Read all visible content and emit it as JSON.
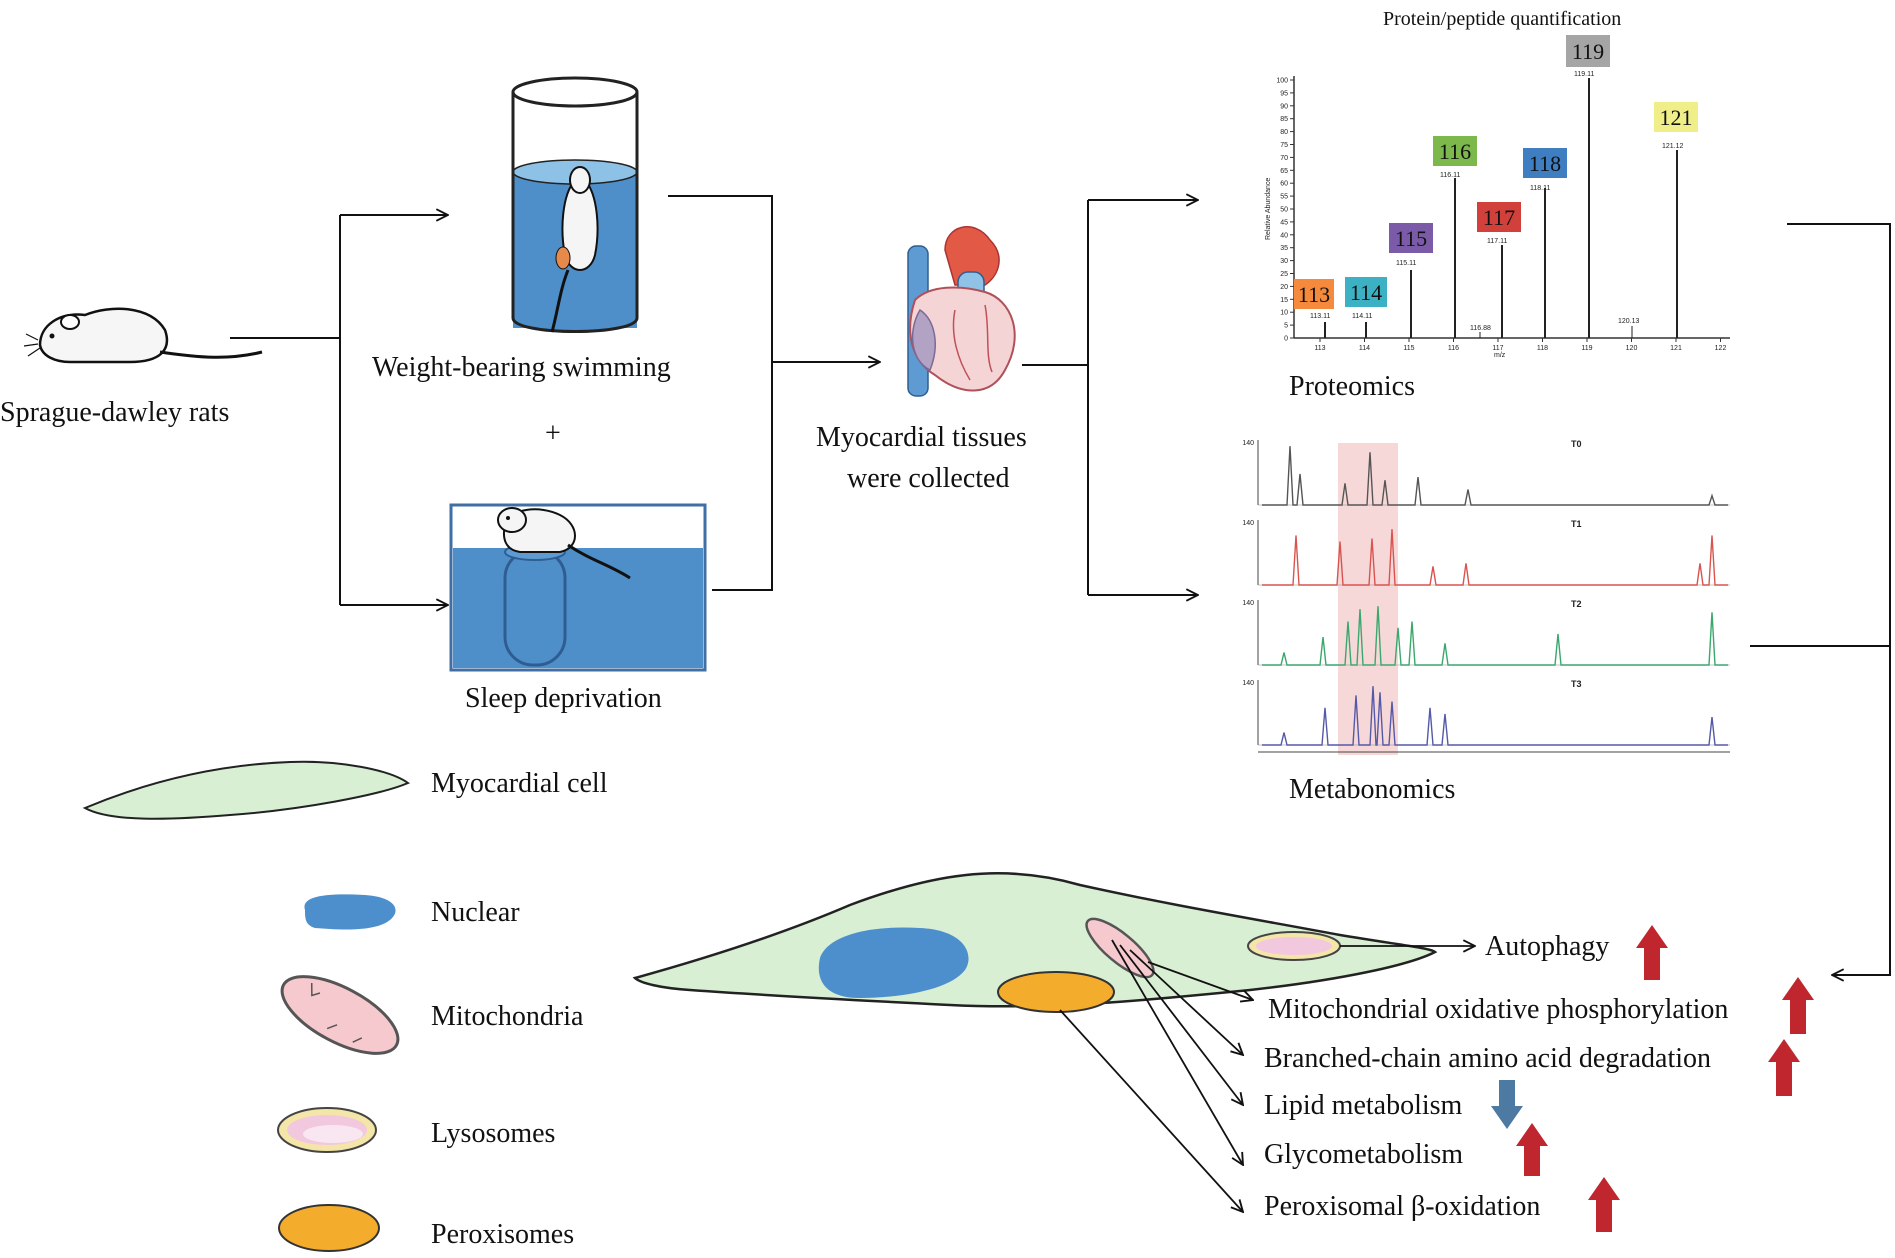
{
  "title": "Protein/peptide quantification",
  "labels": {
    "rats": "Sprague-dawley rats",
    "swimming": "Weight-bearing swimming",
    "plus": "+",
    "sleep": "Sleep deprivation",
    "tissues_line1": "Myocardial tissues",
    "tissues_line2": "were collected",
    "proteomics": "Proteomics",
    "metabonomics": "Metabonomics"
  },
  "ms_spectrum": {
    "peaks": [
      {
        "tag": "113",
        "value": "113.11",
        "color": "#f58a3c"
      },
      {
        "tag": "114",
        "value": "114.11",
        "color": "#3db1c4"
      },
      {
        "tag": "115",
        "value": "115.11",
        "color": "#7b5ba8"
      },
      {
        "tag": "116",
        "value": "116.11",
        "color": "#7db84c"
      },
      {
        "tag": "117",
        "value": "117.11",
        "color": "#d2403c"
      },
      {
        "tag": "118",
        "value": "118.11",
        "color": "#3f7fc1"
      },
      {
        "tag": "119",
        "value": "119.11",
        "color": "#a5a5a5"
      },
      {
        "tag": "121",
        "value": "121.12",
        "color": "#f0ee88"
      }
    ],
    "minor_values": [
      "116.88",
      "120.13"
    ],
    "y_ticks": [
      "100",
      "95",
      "90",
      "85",
      "80",
      "75",
      "70",
      "65",
      "60",
      "55",
      "50",
      "45",
      "40",
      "35",
      "30",
      "25",
      "20",
      "15",
      "10",
      "5",
      "0"
    ],
    "x_ticks": [
      "113",
      "114",
      "115",
      "116",
      "117",
      "118",
      "119",
      "120",
      "121",
      "122"
    ],
    "x_label": "m/z",
    "y_label": "Relative Abundance"
  },
  "chromatograms": {
    "y_max": "140",
    "traces": [
      {
        "name": "T0",
        "color": "#555555"
      },
      {
        "name": "T1",
        "color": "#d9534f"
      },
      {
        "name": "T2",
        "color": "#3aa76d"
      },
      {
        "name": "T3",
        "color": "#5559a8"
      }
    ]
  },
  "legend": [
    {
      "key": "myocardial-cell",
      "label": "Myocardial cell"
    },
    {
      "key": "nuclear",
      "label": "Nuclear"
    },
    {
      "key": "mitochondria",
      "label": "Mitochondria"
    },
    {
      "key": "lysosomes",
      "label": "Lysosomes"
    },
    {
      "key": "peroxisomes",
      "label": "Peroxisomes"
    }
  ],
  "outcomes": [
    {
      "label": "Autophagy",
      "trend": "up"
    },
    {
      "label": "Mitochondrial oxidative phosphorylation",
      "trend": "up"
    },
    {
      "label": "Branched-chain amino acid degradation",
      "trend": "up"
    },
    {
      "label": "Lipid metabolism",
      "trend": "down"
    },
    {
      "label": "Glycometabolism",
      "trend": "up"
    },
    {
      "label": "Peroxisomal β-oxidation",
      "trend": "up"
    }
  ],
  "colors": {
    "water": "#4f8fc9",
    "cell": "#d9efd4",
    "nucleus": "#4d8fcd",
    "mito": "#f6c9cf",
    "peroxisome": "#f4ac2c",
    "up_arrow": "#c0262d",
    "down_arrow": "#4c7aa3"
  }
}
